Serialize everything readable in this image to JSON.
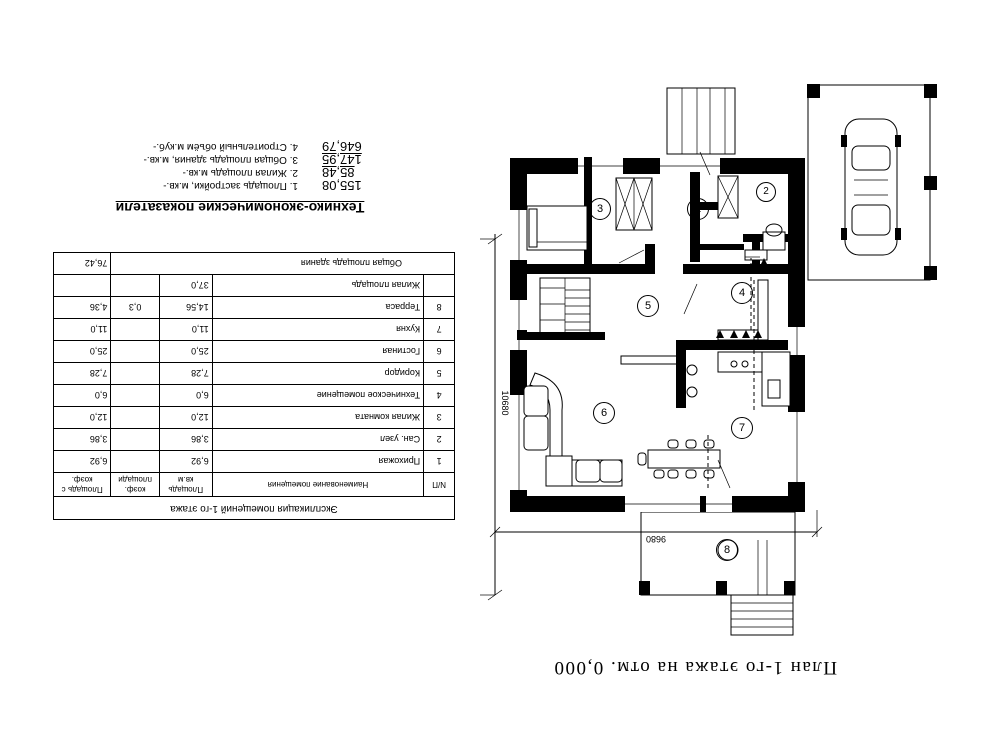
{
  "plan_title": "План 1-го этажа на отм. 0,000",
  "indicators": {
    "title": "Технико-экономические показатели",
    "rows": [
      {
        "label": "1. Площадь застройки, м.кв.-",
        "value": "155,08",
        "underline": false
      },
      {
        "label": "2. Жилая площадь м.кв.-",
        "value": "85,48",
        "underline": true
      },
      {
        "label": "3. Общая площадь здания, м.кв.-",
        "value": "147,95",
        "underline": true
      },
      {
        "label": "4. Строительный объём м.куб.-",
        "value": "646,79",
        "underline": false
      }
    ]
  },
  "explication": {
    "caption": "Экспликация помещений 1-го этажа",
    "headers": [
      "N/П",
      "Наименование помещения",
      "Площадь кв.м",
      "коэф. площади",
      "Площадь с коэф."
    ],
    "rows": [
      {
        "n": "1",
        "name": "Прихожая",
        "area": "6,92",
        "coef": "",
        "area_coef": "6,92"
      },
      {
        "n": "2",
        "name": "Сан. узел",
        "area": "3,86",
        "coef": "",
        "area_coef": "3,86"
      },
      {
        "n": "3",
        "name": "Жилая комната",
        "area": "12,0",
        "coef": "",
        "area_coef": "12,0"
      },
      {
        "n": "4",
        "name": "Техническое помещение",
        "area": "6,0",
        "coef": "",
        "area_coef": "6,0"
      },
      {
        "n": "5",
        "name": "Коридор",
        "area": "7,28",
        "coef": "",
        "area_coef": "7,28"
      },
      {
        "n": "6",
        "name": "Гостиная",
        "area": "25,0",
        "coef": "",
        "area_coef": "25,0"
      },
      {
        "n": "7",
        "name": "Кухня",
        "area": "11,0",
        "coef": "",
        "area_coef": "11,0"
      },
      {
        "n": "8",
        "name": "Терраса",
        "area": "14,56",
        "coef": "0,3",
        "area_coef": "4,36"
      }
    ],
    "living_label": "Жилая площадь",
    "living_value": "37,0",
    "total_label": "Общая площадь здания",
    "total_value": "76,42"
  },
  "dimensions": {
    "height": "10680",
    "width": "9680"
  },
  "room_labels": [
    "1",
    "2",
    "3",
    "4",
    "5",
    "6",
    "7",
    "8"
  ]
}
